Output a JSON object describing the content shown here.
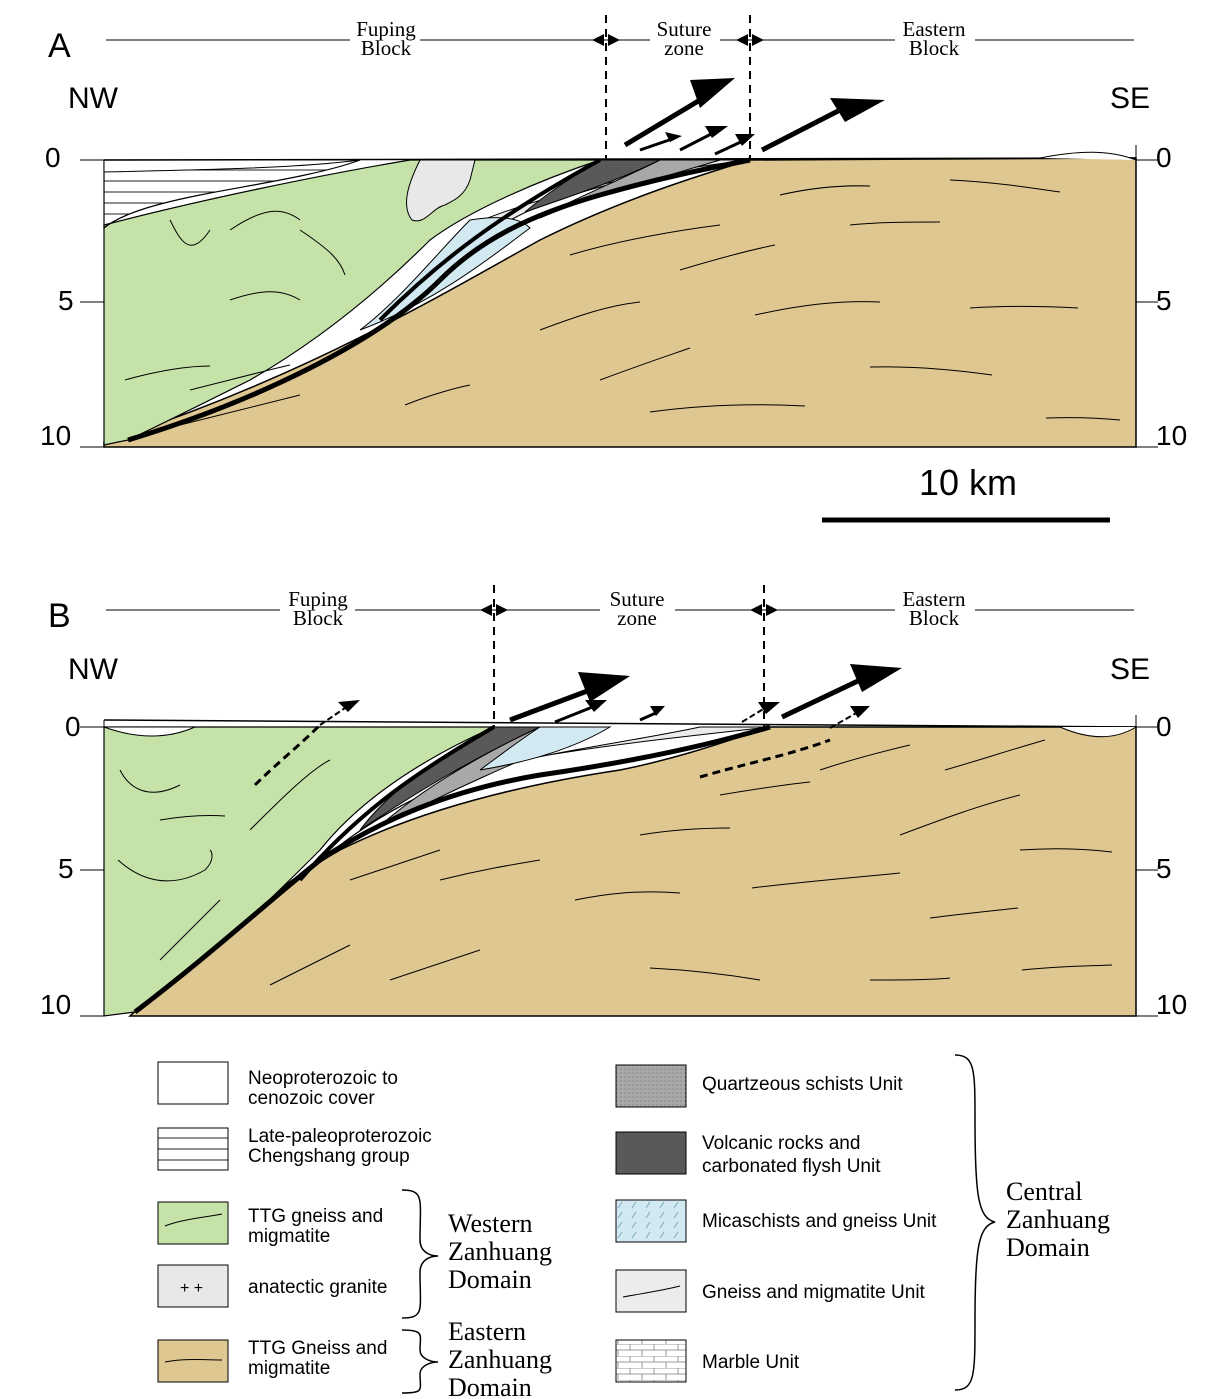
{
  "panel_a": {
    "letter": "A",
    "zones": {
      "left": [
        "Fuping",
        "Block"
      ],
      "middle": [
        "Suture",
        "zone"
      ],
      "right": [
        "Eastern",
        "Block"
      ]
    },
    "nw": "NW",
    "se": "SE",
    "depth_ticks": [
      "0",
      "5",
      "10"
    ],
    "scale_label": "10 km"
  },
  "panel_b": {
    "letter": "B",
    "zones": {
      "left": [
        "Fuping",
        "Block"
      ],
      "middle": [
        "Suture",
        "zone"
      ],
      "right": [
        "Eastern",
        "Block"
      ]
    },
    "nw": "NW",
    "se": "SE",
    "depth_ticks": [
      "0",
      "5",
      "10"
    ]
  },
  "legend": {
    "items": [
      {
        "label": [
          "Neoproterozoic to",
          "cenozoic cover"
        ],
        "fill": "#ffffff"
      },
      {
        "label": [
          "Late-paleoproterozoic",
          "Chengshang group"
        ],
        "fill": "#ffffff"
      },
      {
        "label": [
          "TTG gneiss and",
          "migmatite"
        ],
        "fill": "#c5e3a9"
      },
      {
        "label": [
          "anatectic granite"
        ],
        "fill": "#e8e8e8"
      },
      {
        "label": [
          "TTG Gneiss and",
          "migmatite"
        ],
        "fill": "#dfc791"
      },
      {
        "label": [
          "Quartzeous schists Unit"
        ],
        "fill": "#a8a8a8"
      },
      {
        "label": [
          "Volcanic rocks and",
          "carbonated flysh Unit"
        ],
        "fill": "#595959"
      },
      {
        "label": [
          "Micaschists and gneiss Unit"
        ],
        "fill": "#d3e9f1"
      },
      {
        "label": [
          "Gneiss and migmatite Unit"
        ],
        "fill": "#ececec"
      },
      {
        "label": [
          "Marble Unit"
        ],
        "fill": "#ffffff"
      }
    ],
    "western_domain": [
      "Western",
      "Zanhuang",
      "Domain"
    ],
    "eastern_domain": [
      "Eastern",
      "Zanhuang",
      "Domain"
    ],
    "central_domain": [
      "Central",
      "Zanhuang",
      "Domain"
    ]
  },
  "colors": {
    "green": "#c5e3a9",
    "tan": "#dfc791",
    "dark_gray": "#595959",
    "mid_gray": "#a8a8a8",
    "light_gray": "#ececec",
    "light_blue": "#d3e9f1"
  }
}
